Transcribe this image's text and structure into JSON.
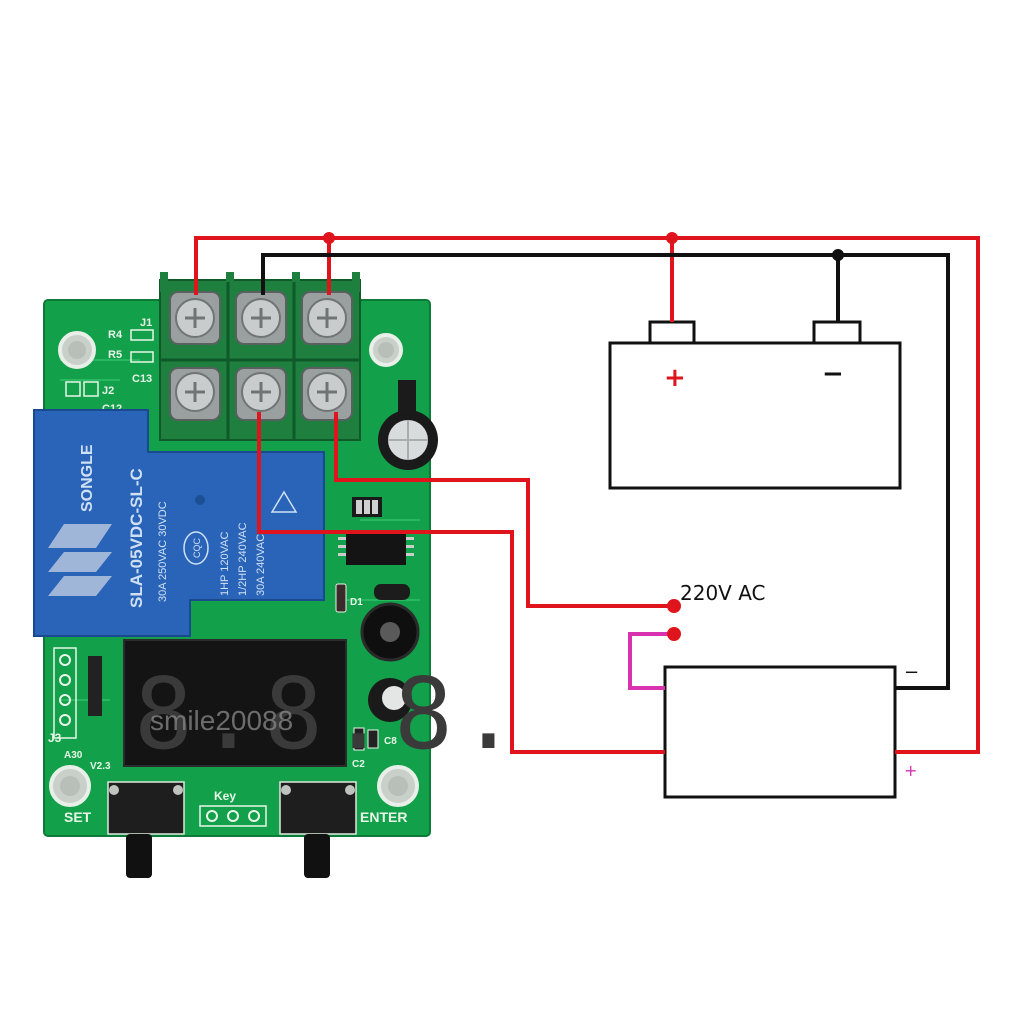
{
  "diagram": {
    "title": "Battery charge controller relay module wiring",
    "colors": {
      "positive_wire": "#e0141c",
      "negative_wire": "#111111",
      "ac_jumper": "#d832b0",
      "pcb_green": "#13a04a",
      "relay_blue": "#2a64b8",
      "display_bg": "#151515"
    },
    "pcb": {
      "silkscreen": {
        "j1": "J1",
        "r4": "R4",
        "r5": "R5",
        "c13": "C13",
        "j2": "J2",
        "c12": "C12",
        "j3": "J3",
        "a30": "A30",
        "v23": "V2.3",
        "c8": "C8",
        "c2": "C2",
        "d1": "D1",
        "key": "Key"
      },
      "relay": {
        "brand": "SONGLE",
        "model": "SLA-05VDC-SL-C",
        "rating1": "30A 250VAC 30VDC",
        "rating2": "1HP 120VAC",
        "rating3": "1/2HP 240VAC",
        "rating4": "30A 240VAC",
        "cert": "CQC"
      },
      "display": {
        "digits": "8.8.8.",
        "watermark": "smile20088"
      },
      "buttons": {
        "set": "SET",
        "enter": "ENTER"
      }
    },
    "battery": {
      "plus": "+",
      "minus": "−"
    },
    "ac_label": "220V AC",
    "charger": {
      "minus": "−",
      "plus": "+"
    }
  }
}
